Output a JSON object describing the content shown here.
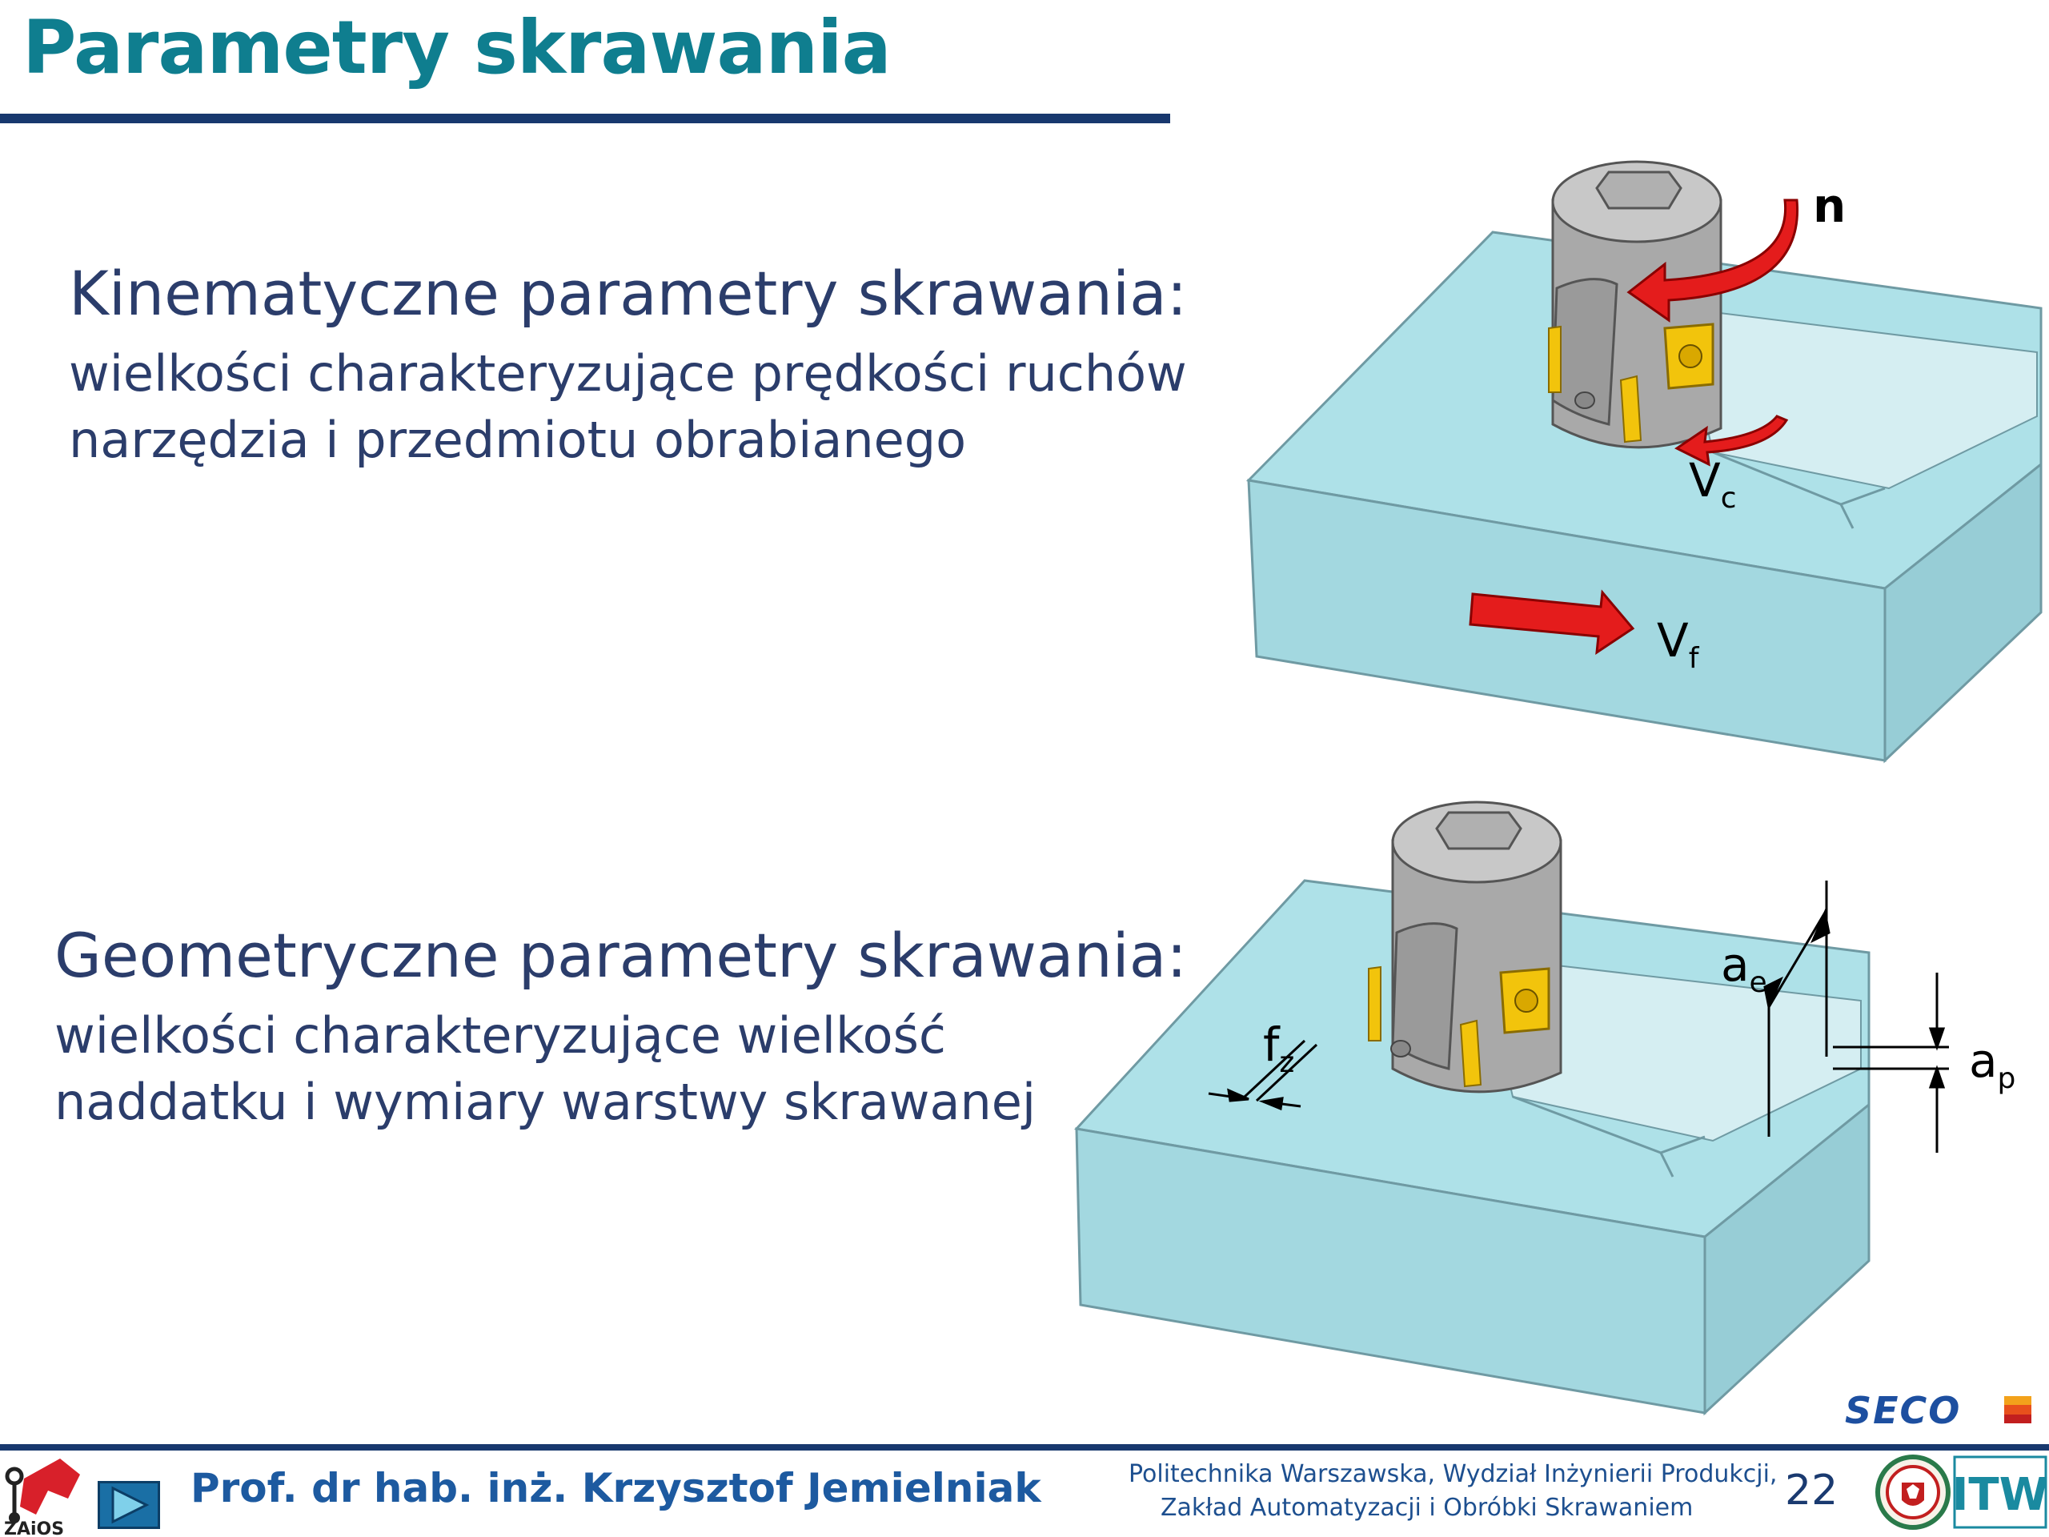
{
  "slide": {
    "title": "Parametry skrawania",
    "page_number": "22"
  },
  "sections": {
    "kinematic": {
      "heading": "Kinematyczne parametry skrawania:",
      "line1": "wielkości charakteryzujące prędkości ruchów",
      "line2": "narzędzia i przedmiotu obrabianego"
    },
    "geometric": {
      "heading": "Geometryczne parametry skrawania:",
      "line1": "wielkości charakteryzujące wielkość",
      "line2": "naddatku i wymiary warstwy skrawanej"
    }
  },
  "diagram_labels": {
    "n": "n",
    "vc_main": "V",
    "vc_sub": "c",
    "vf_main": "V",
    "vf_sub": "f",
    "ae_main": "a",
    "ae_sub": "e",
    "ap_main": "a",
    "ap_sub": "p",
    "fz_main": "f",
    "fz_sub": "z"
  },
  "footer": {
    "author": "Prof. dr hab. inż. Krzysztof Jemielniak",
    "institution_line1": "Politechnika Warszawska, Wydział Inżynierii Produkcji,",
    "institution_line2": "Zakład Automatyzacji i Obróbki Skrawaniem",
    "seco_logo": "SECO",
    "itw_logo": "ITW",
    "zaios_logo": "ZAiOS"
  },
  "colors": {
    "title": "#0f7e8f",
    "rule": "#18386e",
    "text": "#2b3d6b",
    "block": "#aee1e8",
    "arrow": "#e41c1c",
    "insert": "#f2c40c"
  }
}
